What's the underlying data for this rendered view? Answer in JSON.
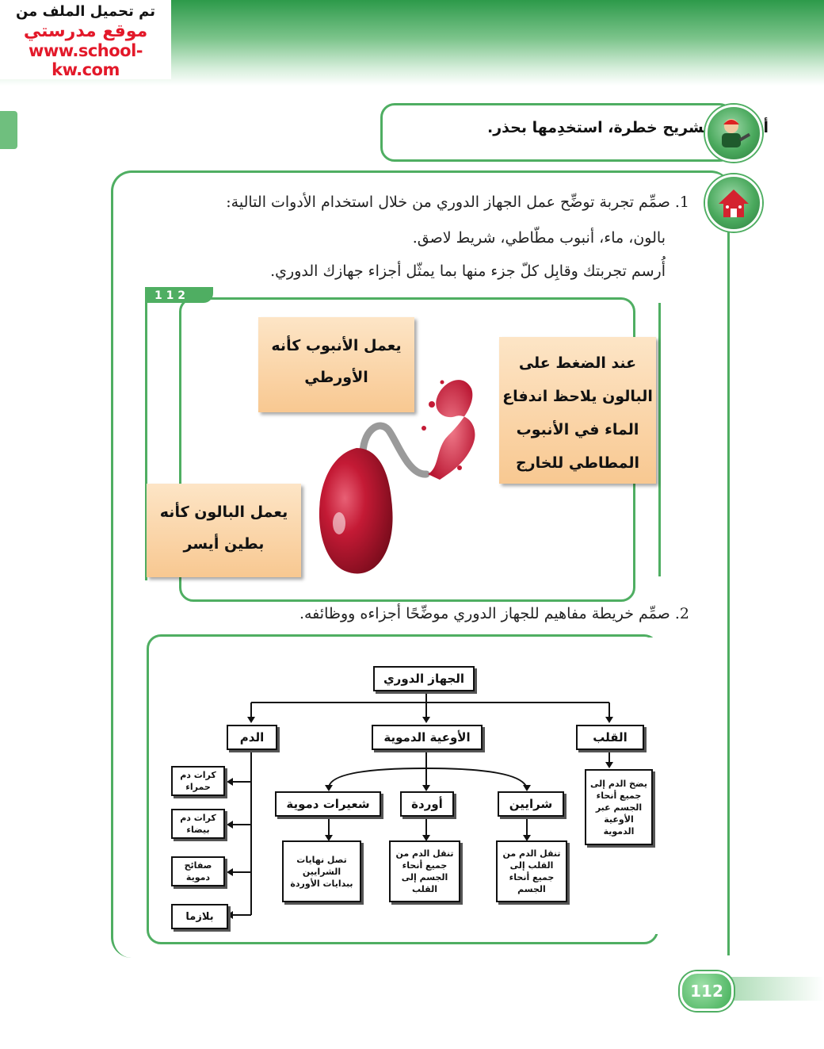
{
  "watermark": {
    "line1": "تم تحميل الملف من",
    "line2": "موقع مدرستي",
    "line3": "www.school-kw.com"
  },
  "safety": {
    "text": "أدوات التشريح خطرة، استخدِمها بحذر."
  },
  "task1": {
    "line1": "1. صمِّم تجربة توضِّح عمل الجهاز الدوري من خلال استخدام الأدوات التالية:",
    "line2": "بالون، ماء، أنبوب مطّاطي، شريط لاصق.",
    "line3": "أُرسم تجربتك وقابِل كلّ جزء منها بما يمثّل أجزاء جهازك الدوري."
  },
  "experiment": {
    "corner_label": "1 1 2",
    "note_tube": [
      "يعمل الأنبوب كأنه",
      "الأورطي"
    ],
    "note_press": [
      "عند الضغط على",
      "البالون يلاحظ اندفاع",
      "الماء في الأنبوب",
      "المطاطي للخارج"
    ],
    "note_balloon": [
      "يعمل البالون كأنه",
      "بطين أيسر"
    ]
  },
  "task2": {
    "line1": "2. صمِّم خريطة مفاهيم للجهاز الدوري موضِّحًا أجزاءه ووظائفه."
  },
  "concept_map": {
    "root": "الجهاز الدوري",
    "heart": "القلب",
    "vessels": "الأوعية الدموية",
    "blood": "الدم",
    "heart_desc": "يضخ الدم إلى جميع أنحاء الجسم عبر الأوعية الدموية",
    "arteries": "شرايين",
    "veins": "أوردة",
    "capillaries": "شعيرات دموية",
    "arteries_desc": "تنقل الدم من القلب إلى جميع أنحاء الجسم",
    "veins_desc": "تنقل الدم من جميع أنحاء الجسم إلى القلب",
    "capillaries_desc": "تصل نهايات الشرايين ببدايات الأوردة",
    "rbc": "كرات دم حمراء",
    "wbc": "كرات دم بيضاء",
    "platelets": "صفائح دموية",
    "plasma": "بلازما"
  },
  "footer": {
    "page_number": "112"
  },
  "colors": {
    "accent_green": "#4fae62",
    "note_fill": "#f8c891",
    "watermark_red": "#e3192a"
  }
}
